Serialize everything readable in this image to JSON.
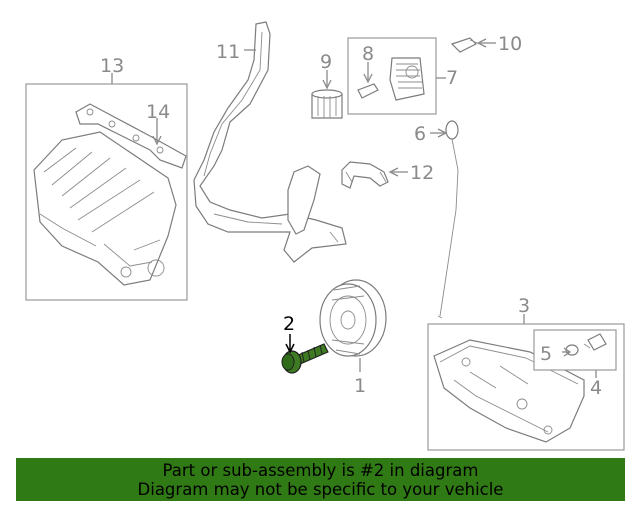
{
  "diagram": {
    "highlight_part": "2",
    "callouts": [
      "1",
      "2",
      "3",
      "4",
      "5",
      "6",
      "7",
      "8",
      "9",
      "10",
      "11",
      "12",
      "13",
      "14"
    ]
  },
  "banner": {
    "line1": "Part or sub-assembly is #2 in diagram",
    "line2": "Diagram may not be specific to your vehicle",
    "color": "#2f7a14"
  }
}
